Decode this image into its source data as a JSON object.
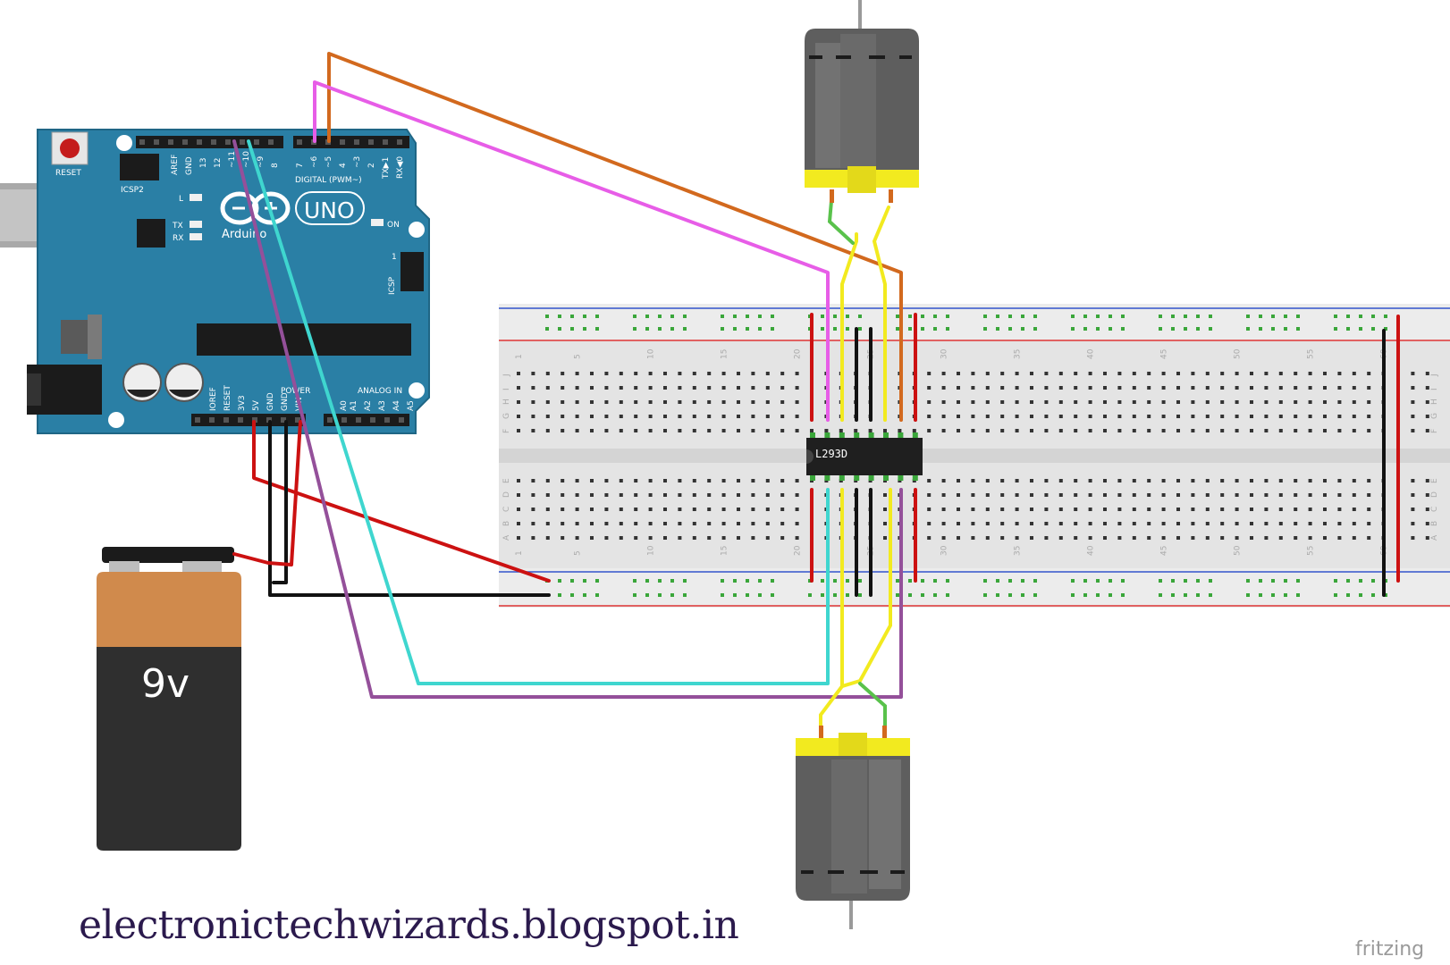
{
  "arduino": {
    "reset_label": "RESET",
    "icsp2_label": "ICSP2",
    "aref_label": "AREF",
    "gnd_label": "GND",
    "pin13": "13",
    "pin12": "12",
    "pin11": "~11",
    "pin10": "~10",
    "pin9": "~9",
    "pin8": "8",
    "pin7": "7",
    "pin6": "~6",
    "pin5": "~5",
    "pin4": "4",
    "pin3": "~3",
    "pin2": "2",
    "tx1": "TX▶1",
    "rx0": "RX◀0",
    "digital_label": "DIGITAL (PWM~)",
    "l_label": "L",
    "tx_label": "TX",
    "rx_label": "RX",
    "on_label": "ON",
    "uno_label": "UNO",
    "brand_label": "Arduino",
    "icsp_label": "ICSP",
    "icsp_pin1": "1",
    "ioref_label": "IOREF",
    "reset2_label": "RESET",
    "v33_label": "3V3",
    "v5_label": "5V",
    "gnd1_label": "GND",
    "gnd2_label": "GND",
    "vin_label": "VIN",
    "power_label": "POWER",
    "analog_label": "ANALOG IN",
    "a0": "A0",
    "a1": "A1",
    "a2": "A2",
    "a3": "A3",
    "a4": "A4",
    "a5": "A5"
  },
  "battery": {
    "label": "9v"
  },
  "chip": {
    "label": "L293D"
  },
  "breadboard": {
    "row_letters_top": [
      "J",
      "I",
      "H",
      "G",
      "F"
    ],
    "row_letters_bottom": [
      "E",
      "D",
      "C",
      "B",
      "A"
    ],
    "col_numbers": [
      "1",
      "5",
      "10",
      "15",
      "20",
      "25",
      "30",
      "35",
      "40",
      "45",
      "50",
      "55",
      "60"
    ]
  },
  "footer": {
    "url": "electronictechwizards.blogspot.in",
    "brand": "fritzing"
  },
  "colors": {
    "arduino": "#2a7fa5",
    "wire_orange": "#d2691e",
    "wire_magenta": "#e75de7",
    "wire_cyan": "#3fd6cf",
    "wire_purple": "#94509a",
    "wire_red": "#cc1111",
    "wire_black": "#111111",
    "wire_yellow": "#f2ea1f",
    "wire_green": "#59c24b"
  }
}
